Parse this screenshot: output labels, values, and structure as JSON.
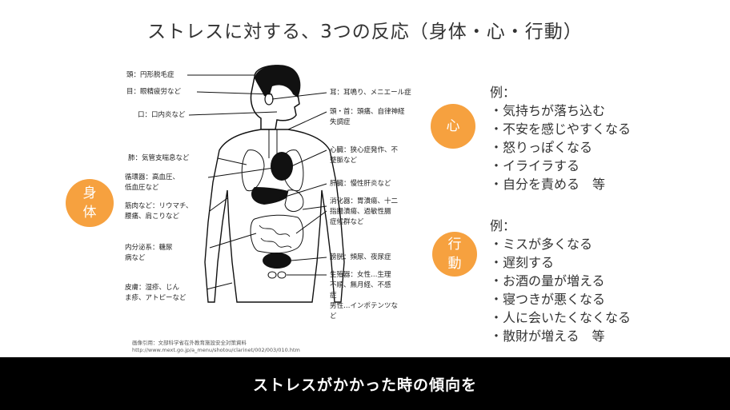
{
  "slide": {
    "title": "ストレスに対する、3つの反応（身体・心・行動）"
  },
  "body_labels": {
    "head": "頭：円形脱毛症",
    "eye": "目：眼精疲労など",
    "mouth": "口：口内炎など",
    "lung": "肺：気管支喘息など",
    "circulatory": "循環器：高血圧、\n低血圧など",
    "muscle": "筋肉など：リウマチ、\n腰痛、肩こりなど",
    "endocrine": "内分泌系：糖尿\n病など",
    "skin": "皮膚：湿疹、じん\nま疹、アトピーなど",
    "ear": "耳：耳鳴り、メニエール症",
    "neck": "頭・首：頭痛、自律神経\n失調症",
    "heart": "心臓：狭心症発作、不\n整脈など",
    "liver": "肝臓：慢性肝炎など",
    "digestive": "消化器：胃潰瘍、十二\n指腸潰瘍、過敏性腸\n症候群など",
    "bladder": "膀胱：頻尿、夜尿症",
    "reproductive": "生殖器：女性…生理\n不順、無月経、不感\n症\n男性…インポテンツな\nど"
  },
  "source": "画像引用：文部科学省在外教育施設安全対策資料\nhttp://www.mext.go.jp/a_menu/shotou/clarinet/002/003/010.htm",
  "categories": {
    "body": "身\n体",
    "heart": "心",
    "action": "行\n動"
  },
  "heart_list": {
    "heading": "例：",
    "items": [
      "・気持ちが落ち込む",
      "・不安を感じやすくなる",
      "・怒りっぽくなる",
      "・イライラする",
      "・自分を責める　等"
    ]
  },
  "action_list": {
    "heading": "例：",
    "items": [
      "・ミスが多くなる",
      "・遅刻する",
      "・お酒の量が増える",
      "・寝つきが悪くなる",
      "・人に会いたくなくなる",
      "・散財が増える　等"
    ]
  },
  "caption": "ストレスがかかった時の傾向を",
  "colors": {
    "accent_circle": "#F6A13F",
    "caption_bg": "#000000"
  }
}
